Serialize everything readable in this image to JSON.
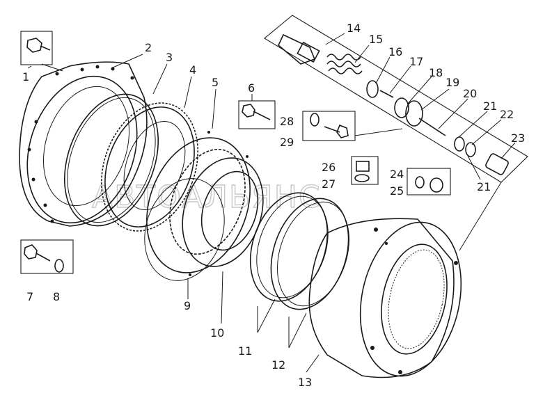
{
  "diagram": {
    "watermark": "АВТОАЛЬЯНС",
    "callouts": [
      {
        "id": "c1",
        "label": "1"
      },
      {
        "id": "c2",
        "label": "2"
      },
      {
        "id": "c3",
        "label": "3"
      },
      {
        "id": "c4",
        "label": "4"
      },
      {
        "id": "c5",
        "label": "5"
      },
      {
        "id": "c6",
        "label": "6"
      },
      {
        "id": "c7",
        "label": "7"
      },
      {
        "id": "c8",
        "label": "8"
      },
      {
        "id": "c9",
        "label": "9"
      },
      {
        "id": "c10",
        "label": "10"
      },
      {
        "id": "c11",
        "label": "11"
      },
      {
        "id": "c12",
        "label": "12"
      },
      {
        "id": "c13",
        "label": "13"
      },
      {
        "id": "c14",
        "label": "14"
      },
      {
        "id": "c15",
        "label": "15"
      },
      {
        "id": "c16",
        "label": "16"
      },
      {
        "id": "c17",
        "label": "17"
      },
      {
        "id": "c18",
        "label": "18"
      },
      {
        "id": "c19",
        "label": "19"
      },
      {
        "id": "c20",
        "label": "20"
      },
      {
        "id": "c21a",
        "label": "21"
      },
      {
        "id": "c21b",
        "label": "21"
      },
      {
        "id": "c22",
        "label": "22"
      },
      {
        "id": "c23",
        "label": "23"
      },
      {
        "id": "c24",
        "label": "24"
      },
      {
        "id": "c25",
        "label": "25"
      },
      {
        "id": "c26",
        "label": "26"
      },
      {
        "id": "c27",
        "label": "27"
      },
      {
        "id": "c28",
        "label": "28"
      },
      {
        "id": "c29",
        "label": "29"
      }
    ]
  }
}
